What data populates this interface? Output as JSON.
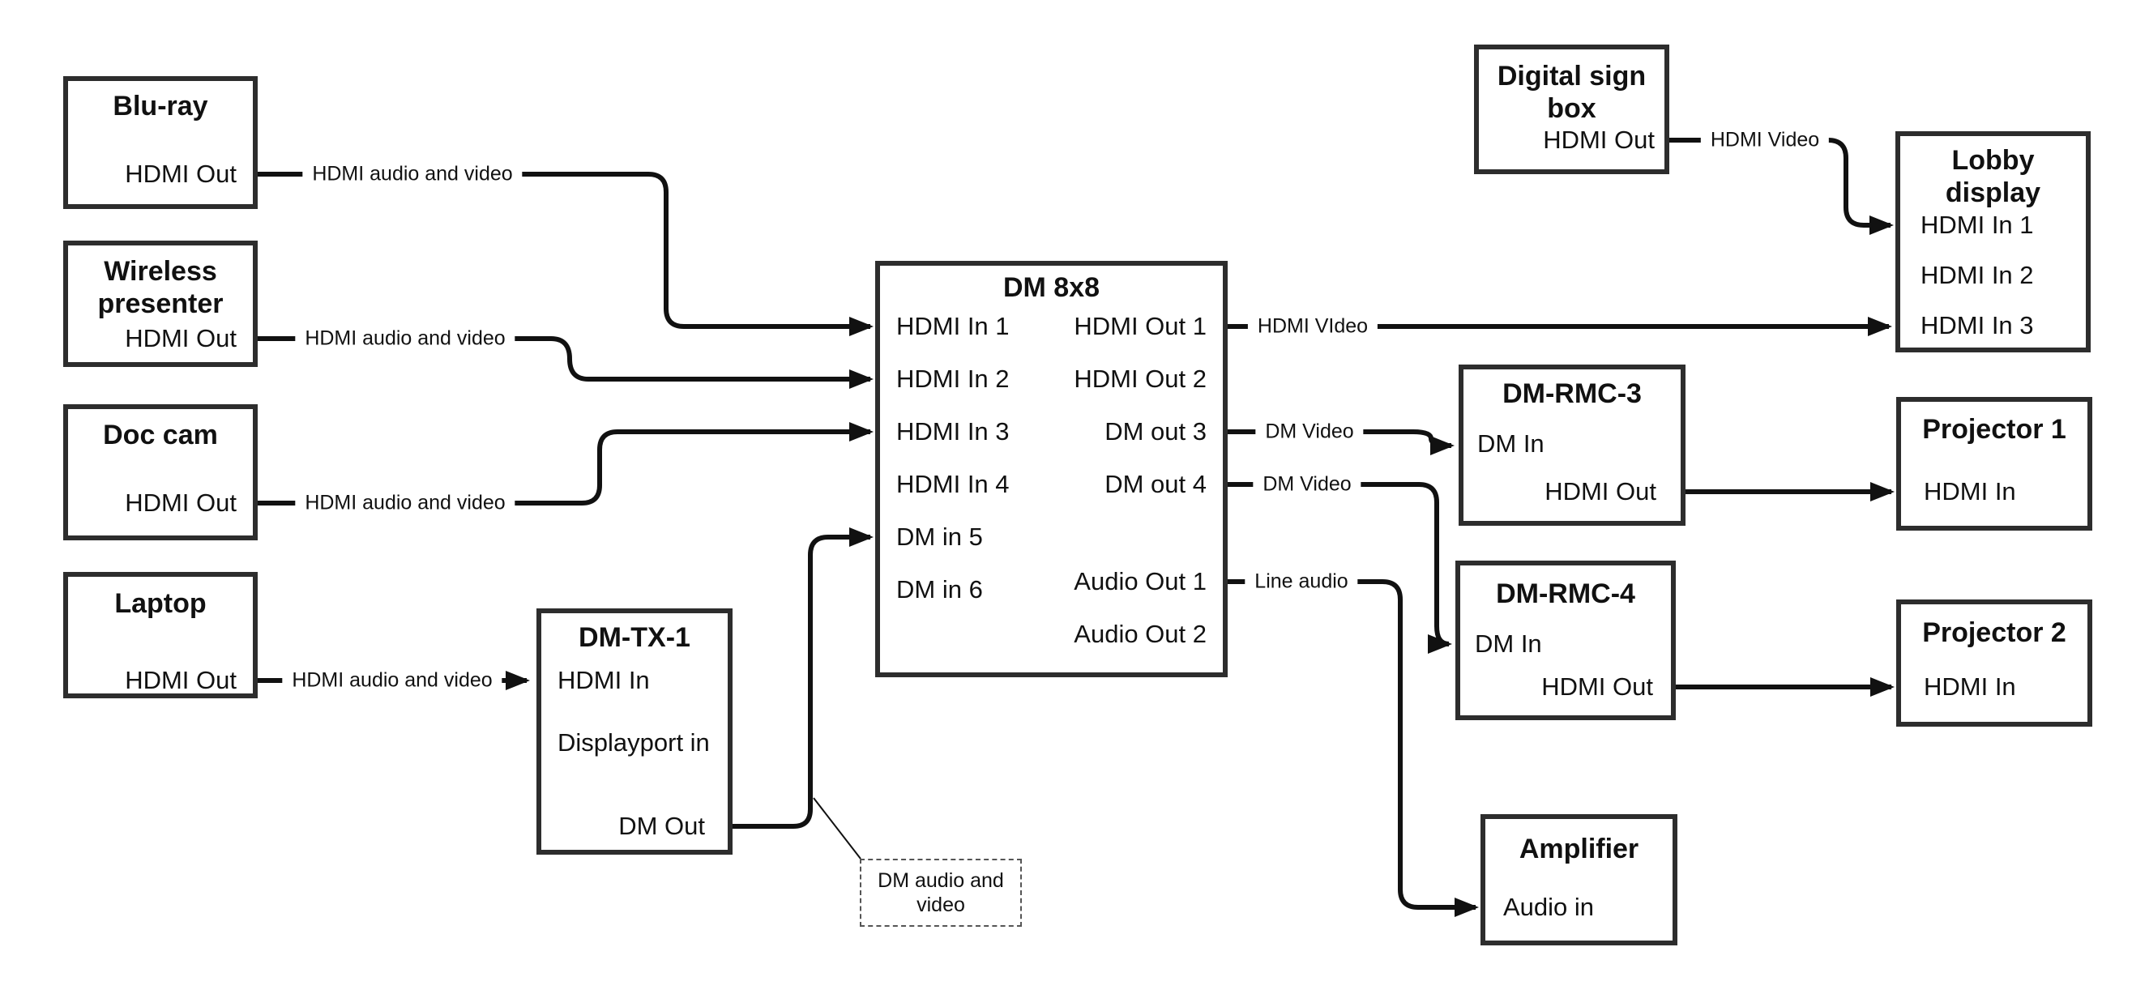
{
  "colors": {
    "background": "#ffffff",
    "box_border": "#2d2d2d",
    "wire": "#111111",
    "text": "#111111"
  },
  "nodes": {
    "bluray": {
      "title_lines": [
        "Blu-ray"
      ],
      "ports": {
        "hdmi_out": "HDMI Out"
      }
    },
    "wireless_presenter": {
      "title_lines": [
        "Wireless",
        "presenter"
      ],
      "ports": {
        "hdmi_out": "HDMI Out"
      }
    },
    "doc_cam": {
      "title_lines": [
        "Doc cam"
      ],
      "ports": {
        "hdmi_out": "HDMI Out"
      }
    },
    "laptop": {
      "title_lines": [
        "Laptop"
      ],
      "ports": {
        "hdmi_out": "HDMI Out"
      }
    },
    "dm_tx_1": {
      "title_lines": [
        "DM-TX-1"
      ],
      "ports": {
        "hdmi_in": "HDMI In",
        "displayport_in": "Displayport in",
        "dm_out": "DM Out"
      }
    },
    "dm_8x8": {
      "title_lines": [
        "DM 8x8"
      ],
      "ports": {
        "hdmi_in_1": "HDMI In 1",
        "hdmi_in_2": "HDMI In 2",
        "hdmi_in_3": "HDMI In 3",
        "hdmi_in_4": "HDMI In 4",
        "dm_in_5": "DM in 5",
        "dm_in_6": "DM in 6",
        "hdmi_out_1": "HDMI Out 1",
        "hdmi_out_2": "HDMI Out 2",
        "dm_out_3": "DM out 3",
        "dm_out_4": "DM out 4",
        "audio_out_1": "Audio Out 1",
        "audio_out_2": "Audio Out 2"
      }
    },
    "digital_sign_box": {
      "title_lines": [
        "Digital sign",
        "box"
      ],
      "ports": {
        "hdmi_out": "HDMI Out"
      }
    },
    "lobby_display": {
      "title_lines": [
        "Lobby",
        "display"
      ],
      "ports": {
        "hdmi_in_1": "HDMI In 1",
        "hdmi_in_2": "HDMI In 2",
        "hdmi_in_3": "HDMI In 3"
      }
    },
    "dm_rmc_3": {
      "title_lines": [
        "DM-RMC-3"
      ],
      "ports": {
        "dm_in": "DM In",
        "hdmi_out": "HDMI Out"
      }
    },
    "projector_1": {
      "title_lines": [
        "Projector 1"
      ],
      "ports": {
        "hdmi_in": "HDMI In"
      }
    },
    "dm_rmc_4": {
      "title_lines": [
        "DM-RMC-4"
      ],
      "ports": {
        "dm_in": "DM In",
        "hdmi_out": "HDMI Out"
      }
    },
    "projector_2": {
      "title_lines": [
        "Projector 2"
      ],
      "ports": {
        "hdmi_in": "HDMI In"
      }
    },
    "amplifier": {
      "title_lines": [
        "Amplifier"
      ],
      "ports": {
        "audio_in": "Audio in"
      }
    }
  },
  "connection_labels": {
    "bluray_to_dm8x8": "HDMI audio and video",
    "wireless_to_dm8x8": "HDMI audio and video",
    "doccam_to_dm8x8": "HDMI audio and video",
    "laptop_to_dmtx1": "HDMI audio and video",
    "dm8x8_out1_to_lobby": "HDMI VIdeo",
    "dm8x8_out3_to_dmrmc3": "DM Video",
    "dm8x8_out4_to_dmrmc4": "DM Video",
    "dm8x8_audio1_to_amplifier": "Line audio",
    "digitalsign_to_lobby": "HDMI Video"
  },
  "note": {
    "lines": [
      "DM audio and",
      "video"
    ]
  }
}
